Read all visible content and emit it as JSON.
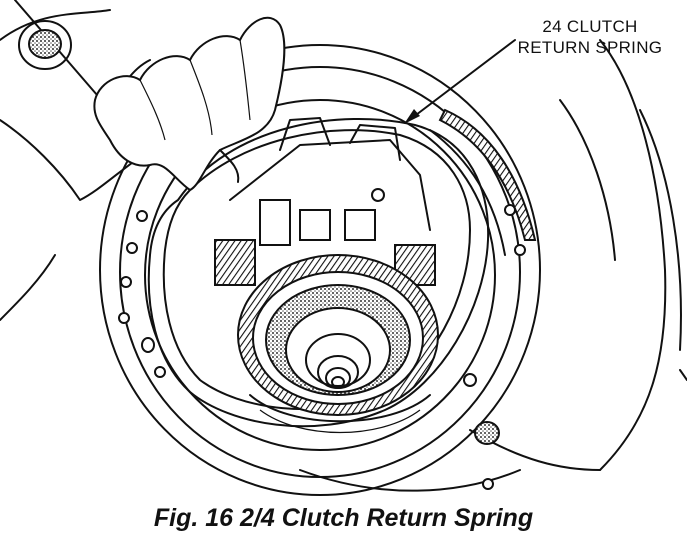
{
  "callout": {
    "line1": "24 CLUTCH",
    "line2": "RETURN SPRING"
  },
  "caption": "Fig. 16 2/4 Clutch Return Spring"
}
